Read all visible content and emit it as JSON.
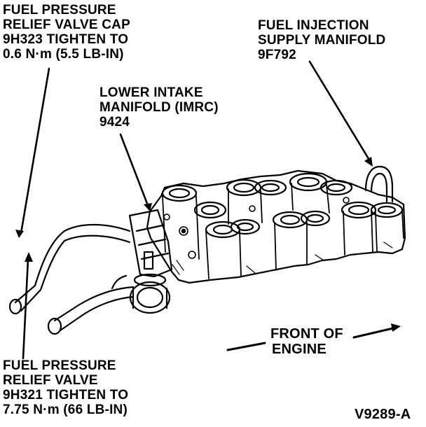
{
  "callouts": {
    "relief_valve_cap": {
      "lines": [
        "FUEL PRESSURE",
        "RELIEF VALVE CAP",
        "9H323 TIGHTEN TO",
        "0.6 N·m (5.5 LB-IN)"
      ]
    },
    "injection_manifold": {
      "lines": [
        "FUEL INJECTION",
        "SUPPLY MANIFOLD",
        "9F792"
      ]
    },
    "lower_intake": {
      "lines": [
        "LOWER INTAKE",
        "MANIFOLD (IMRC)",
        "9424"
      ]
    },
    "relief_valve": {
      "lines": [
        "FUEL PRESSURE",
        "RELIEF VALVE",
        "9H321 TIGHTEN TO",
        "7.75 N·m (66 LB-IN)"
      ]
    },
    "front_of_engine": {
      "lines": [
        "FRONT OF",
        "ENGINE"
      ]
    }
  },
  "figure_id": "V9289-A"
}
